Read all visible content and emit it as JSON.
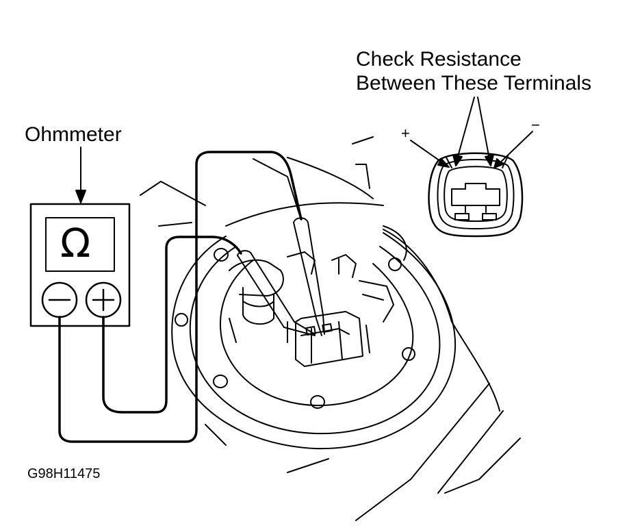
{
  "labels": {
    "ohmmeter": "Ohmmeter",
    "check_line1": "Check Resistance",
    "check_line2": "Between These Terminals",
    "plus": "+",
    "minus": "−",
    "omega": "Ω",
    "figure_id": "G98H11475"
  },
  "colors": {
    "line": "#000000",
    "background": "#ffffff"
  },
  "icons": {
    "meter_negative": "minus-terminal-icon",
    "meter_positive": "plus-terminal-icon",
    "meter_display": "omega-icon"
  }
}
